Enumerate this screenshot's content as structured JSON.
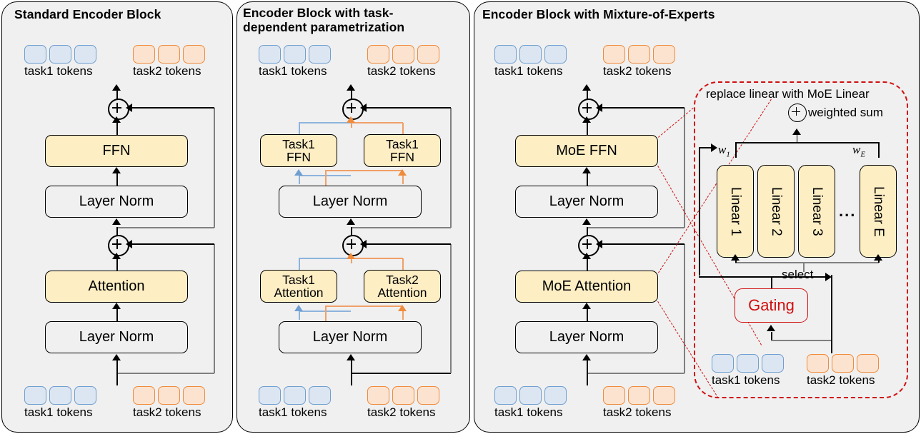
{
  "panels": [
    {
      "id": "standard",
      "title": "Standard Encoder Block",
      "top_tokens": {
        "task1": "task1 tokens",
        "task2": "task2 tokens"
      },
      "bottom_tokens": {
        "task1": "task1 tokens",
        "task2": "task2 tokens"
      },
      "blocks": {
        "ffn": "FFN",
        "norm_top": "Layer Norm",
        "attention": "Attention",
        "norm_bottom": "Layer Norm"
      }
    },
    {
      "id": "task-dependent",
      "title": "Encoder Block with  task-dependent parametrization",
      "title_line1": "Encoder Block with  task-",
      "title_line2": "dependent parametrization",
      "top_tokens": {
        "task1": "task1 tokens",
        "task2": "task2 tokens"
      },
      "bottom_tokens": {
        "task1": "task1 tokens",
        "task2": "task2 tokens"
      },
      "blocks": {
        "ffn_left": "Task1\nFFN",
        "ffn_right": "Task1\nFFN",
        "norm_top": "Layer Norm",
        "attn_left": "Task1\nAttention",
        "attn_right": "Task2\nAttention",
        "norm_bottom": "Layer Norm"
      }
    },
    {
      "id": "moe",
      "title": "Encoder Block with  Mixture-of-Experts",
      "top_tokens": {
        "task1": "task1 tokens",
        "task2": "task2 tokens"
      },
      "bottom_tokens": {
        "task1": "task1 tokens",
        "task2": "task2 tokens"
      },
      "blocks": {
        "ffn": "MoE FFN",
        "norm_top": "Layer Norm",
        "attention": "MoE Attention",
        "norm_bottom": "Layer Norm"
      }
    }
  ],
  "moe_detail": {
    "caption": "replace linear with MoE Linear",
    "weighted_sum": "weighted sum",
    "weight_first": "w",
    "weight_first_sub": "1",
    "weight_last": "w",
    "weight_last_sub": "E",
    "experts": [
      "Linear 1",
      "Linear 2",
      "Linear 3",
      "Linear E"
    ],
    "ellipsis": "...",
    "select": "select",
    "gating": "Gating",
    "tokens": {
      "task1": "task1 tokens",
      "task2": "task2 tokens"
    }
  },
  "colors": {
    "panel_bg": "#f0f0f0",
    "node_yellow": "#fdeec4",
    "token_blue_fill": "#dce6f2",
    "token_blue_border": "#6f9fd0",
    "token_orange_fill": "#fce3cf",
    "token_orange_border": "#ef8b3c",
    "accent_red": "#d10f0f",
    "line_gray": "#808080",
    "line_black": "#000000"
  }
}
